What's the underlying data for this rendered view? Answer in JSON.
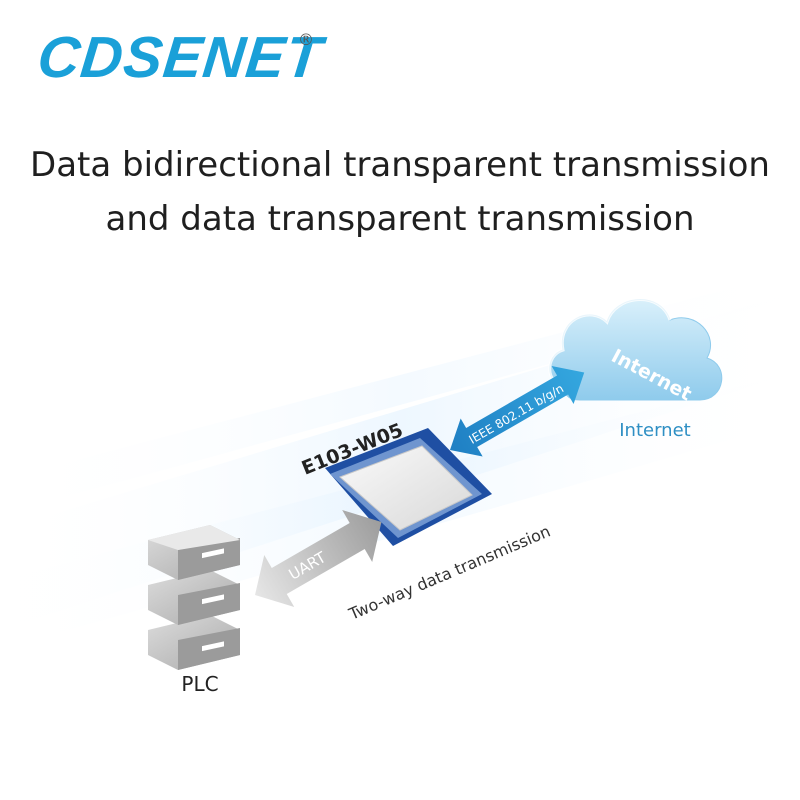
{
  "brand": {
    "name": "CDSENET",
    "registered_mark": "®"
  },
  "headline": {
    "line1": "Data bidirectional transparent transmission",
    "line2": "and data transparent transmission"
  },
  "diagram": {
    "module_label": "E103-W05",
    "uart_label": "UART",
    "wifi_label": "IEEE 802.11 b/g/n",
    "two_way_label": "Two-way data transmission",
    "cloud_label": "Internet",
    "internet_label": "Internet",
    "plc_label": "PLC"
  },
  "colors": {
    "brand_blue": "#1aa0d8",
    "arrow_blue": "#1a86c9",
    "cloud_blue": "#a9d8f2",
    "server_gray": "#b8b8b8",
    "pcb_blue": "#1f4fa3"
  },
  "icons": {
    "cloud": "cloud-icon",
    "plc": "server-stack-icon",
    "module": "wifi-module-icon"
  }
}
